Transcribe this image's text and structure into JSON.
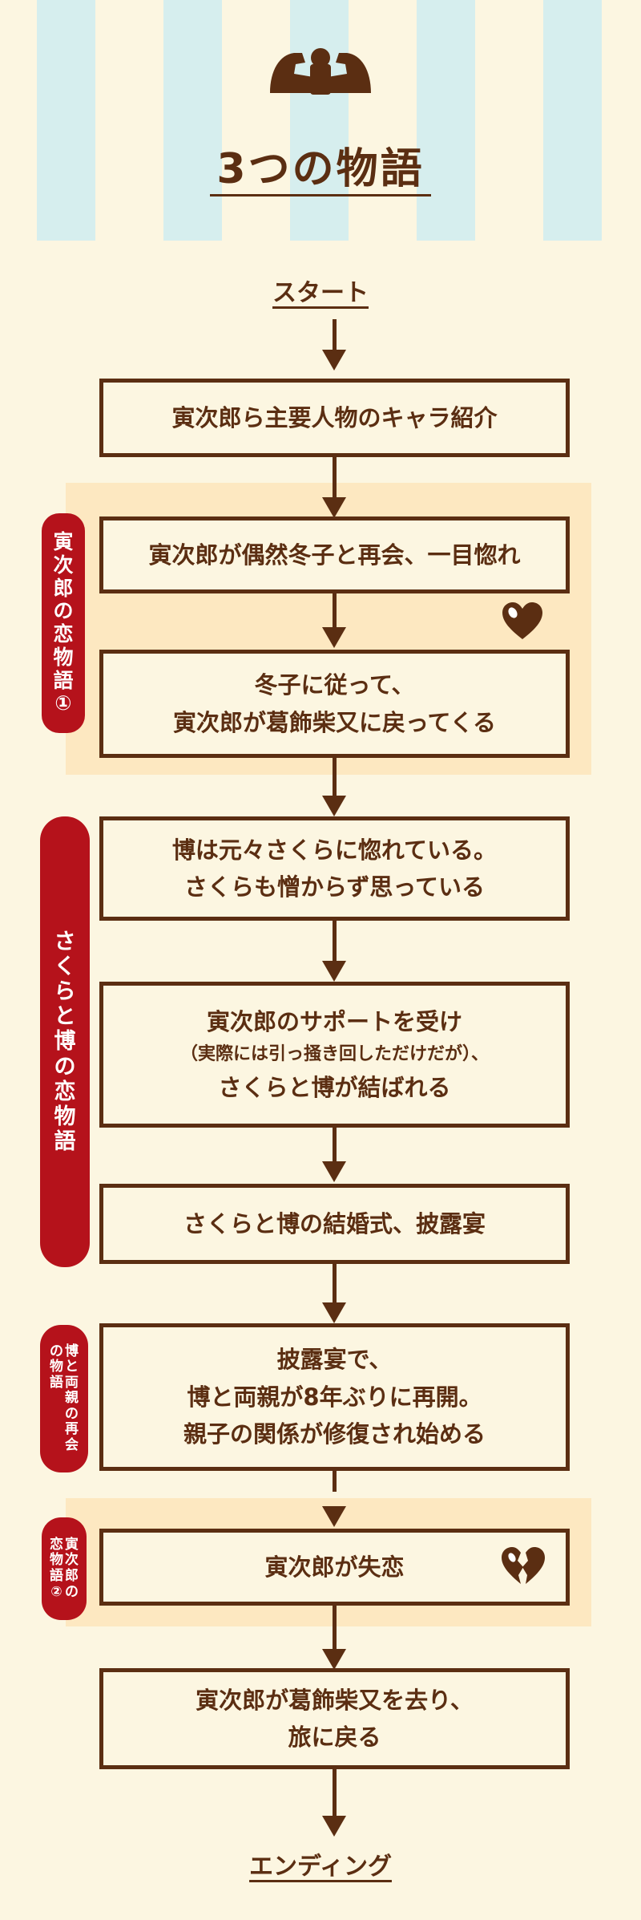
{
  "title": "3つの物語",
  "start_label": "スタート",
  "end_label": "エンディング",
  "boxes": [
    {
      "lines": [
        "寅次郎ら主要人物のキャラ紹介"
      ]
    },
    {
      "lines": [
        "寅次郎が偶然冬子と再会、一目惚れ"
      ]
    },
    {
      "lines": [
        "冬子に従って、",
        "寅次郎が葛飾柴又に戻ってくる"
      ]
    },
    {
      "lines": [
        "博は元々さくらに惚れている。",
        "さくらも憎からず思っている"
      ]
    },
    {
      "lines": [
        "寅次郎のサポートを受け",
        "（実際には引っ掻き回しただけだが）、",
        "さくらと博が結ばれる"
      ]
    },
    {
      "lines": [
        "さくらと博の結婚式、披露宴"
      ]
    },
    {
      "lines": [
        "披露宴で、",
        "博と両親が8年ぶりに再開。",
        "親子の関係が修復され始める"
      ]
    },
    {
      "lines": [
        "寅次郎が失恋"
      ]
    },
    {
      "lines": [
        "寅次郎が葛飾柴又を去り、",
        "旅に戻る"
      ]
    }
  ],
  "side_labels": {
    "tora_love_1": "寅次郎の恋物語①",
    "sakura_hiroshi": "さくらと博の恋物語",
    "parents_col1": "博と両親の再会",
    "parents_col2": "の物語",
    "tora_love_2_col1": "寅次郎の",
    "tora_love_2_col2": "恋物語②"
  },
  "icons": {
    "title_icon": "flexing-muscle-icon",
    "love_icon": "heart-icon",
    "heartbreak_icon": "broken-heart-icon"
  },
  "colors": {
    "brown": "#5b2e12",
    "red": "#b5121b",
    "cream": "#fcf6e1",
    "band": "#fde8c1",
    "stripe": "#d6eeee"
  }
}
